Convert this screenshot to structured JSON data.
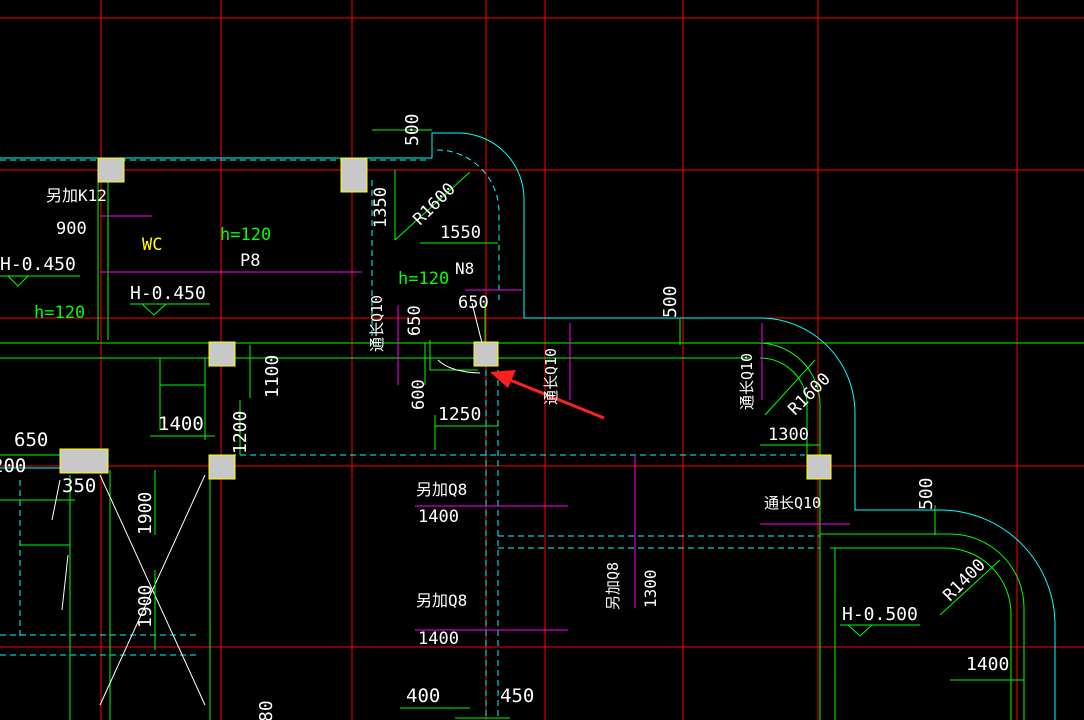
{
  "drawing": {
    "colors": {
      "background": "#000000",
      "axis_grid": "#ff0000",
      "wall_lines": "#00ff00",
      "slab_lines": "#00ffff",
      "column_fill": "#c8c8c8",
      "column_edge": "#ffff00",
      "rebar_lines": "#ff00ff",
      "text": "#ffffff",
      "text_green": "#00ff00",
      "text_yellow": "#ffff00",
      "pointer_arrow": "#ff2020"
    },
    "labels": {
      "extra_k12": "另加K12",
      "dim_900": "900",
      "room_wc": "WC",
      "h120_top": "h=120",
      "slab_p8": "P8",
      "elev_h0450_left": "H-0.450",
      "h120_left": "h=120",
      "elev_h0450_mid": "H-0.450",
      "dim_500_top": "500",
      "dim_1350": "1350",
      "radius_r1600_top": "R1600",
      "dim_1550": "1550",
      "h120_mid": "h=120",
      "slab_n8": "N8",
      "dim_650_mid": "650",
      "rebar_q10_left": "通长Q10",
      "dim_650_vert": "650",
      "dim_600": "600",
      "dim_1250": "1250",
      "rebar_q10_mid": "通长Q10",
      "dim_500_right": "500",
      "rebar_q10_right": "通长Q10",
      "radius_r1600_right": "R1600",
      "dim_1300_right": "1300",
      "dim_1100": "1100",
      "dim_1400_left": "1400",
      "dim_1200": "1200",
      "dim_650_left": "650",
      "dim_200_left": "200",
      "dim_350": "350",
      "extra_q8_upper": "另加Q8",
      "dim_1400_upper": "1400",
      "rebar_q10_lower": "通长Q10",
      "extra_q8_vert": "另加Q8",
      "dim_1300_vert": "1300",
      "dim_1900_upper": "1900",
      "dim_1900_lower": "1900",
      "extra_q8_lower": "另加Q8",
      "dim_1400_lower": "1400",
      "dim_500_lower": "500",
      "radius_r1400": "R1400",
      "elev_h0500": "H-0.500",
      "dim_1400_right": "1400",
      "dim_400": "400",
      "dim_450": "450",
      "dim_80_partial": "80"
    },
    "icons": {
      "pointer": "red-arrow-icon",
      "elevation": "elevation-triangle-icon"
    }
  }
}
